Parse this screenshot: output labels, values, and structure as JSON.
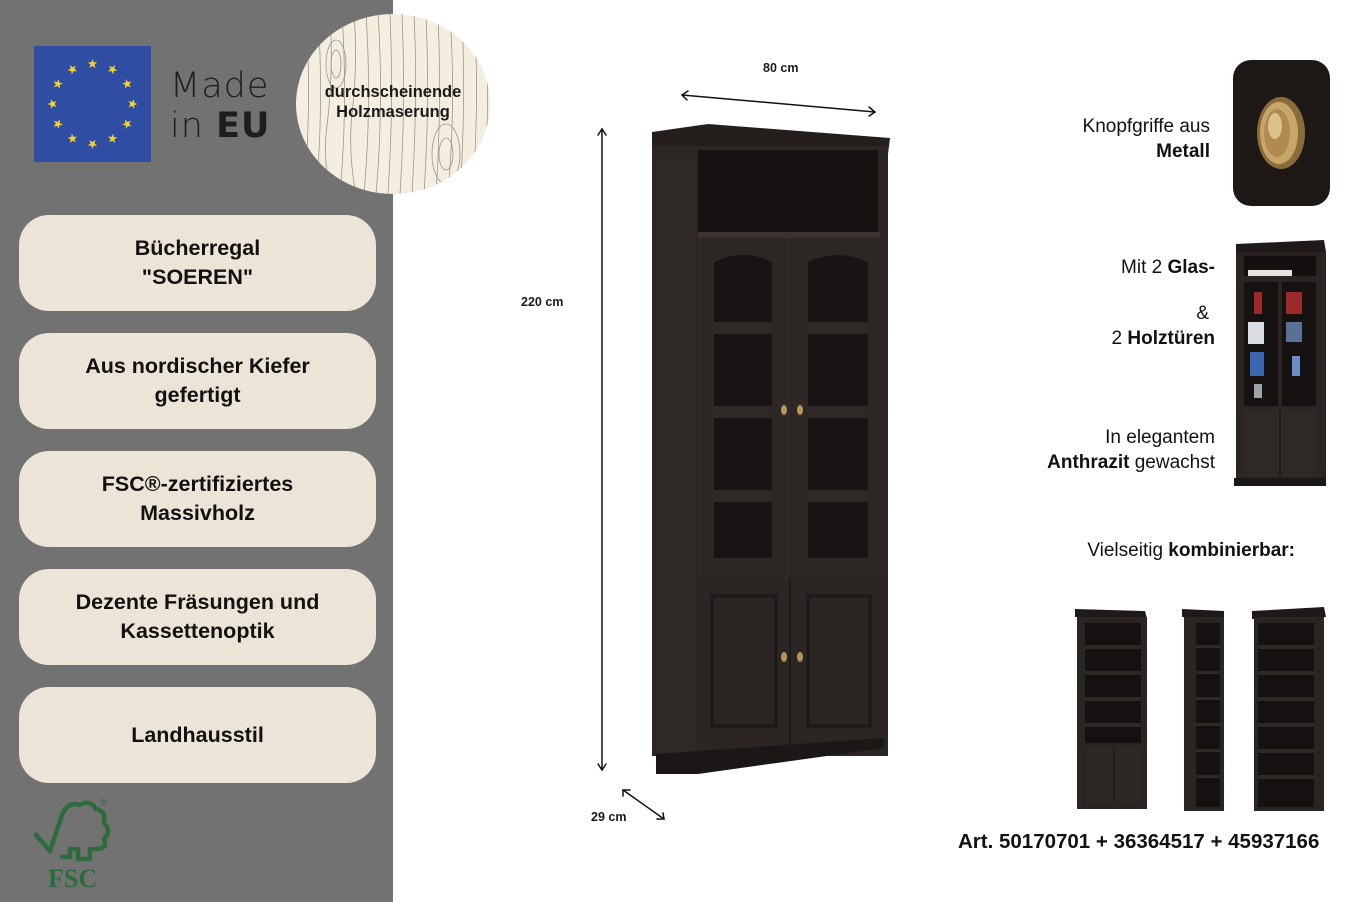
{
  "left_panel": {
    "background": "#727272",
    "made_in": {
      "line1": "Made",
      "line2_prefix": "in",
      "line2_bold": "EU"
    },
    "wood_badge": {
      "line1": "durchscheinende",
      "line2": "Holzmaserung"
    },
    "features": [
      {
        "line1": "Bücherregal",
        "line2": "\"SOEREN\""
      },
      {
        "line1": "Aus nordischer Kiefer",
        "line2": "gefertigt"
      },
      {
        "line1": "FSC®-zertifiziertes",
        "line2": "Massivholz"
      },
      {
        "line1": "Dezente Fräsungen und",
        "line2": "Kassettenoptik"
      },
      {
        "line1": "Landhausstil",
        "line2": ""
      }
    ],
    "fsc_logo": {
      "text": "FSC",
      "registered": "®",
      "color": "#2e6b3c"
    }
  },
  "dimensions": {
    "width": "80 cm",
    "height": "220 cm",
    "depth": "29 cm"
  },
  "right_panel": {
    "knobs": {
      "line1": "Knopfgriffe aus",
      "line2_bold": "Metall"
    },
    "doors": {
      "line1_prefix": "Mit 2 ",
      "line1_bold": "Glas-",
      "amp": "&",
      "line3_prefix": "2 ",
      "line3_bold": "Holztüren"
    },
    "finish": {
      "line1": "In elegantem",
      "line2_bold": "Anthrazit",
      "line2_suffix": " gewachst"
    },
    "combinable": {
      "prefix": "Vielseitig ",
      "bold": "kombinierbar:"
    },
    "articles": "Art. 50170701 + 36364517 + 45937166"
  },
  "colors": {
    "cabinet": "#2a2423",
    "cabinet_dark": "#1b1716",
    "feature_bg": "#ece4d7",
    "eu_blue": "#2f4ea3",
    "eu_star": "#f5d327",
    "brass": "#b8955a"
  }
}
